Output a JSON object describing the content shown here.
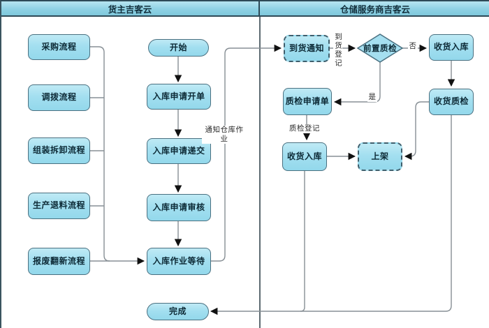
{
  "lanes": [
    {
      "title": "货主吉客云"
    },
    {
      "title": "仓储服务商吉客云"
    }
  ],
  "nodes": {
    "procurement": "采购流程",
    "transfer": "调拨流程",
    "assembly": "组装拆卸流程",
    "production_return": "生产退料流程",
    "scrap_refurbish": "报废翻新流程",
    "start": "开始",
    "inbound_create": "入库申请开单",
    "inbound_submit": "入库申请递交",
    "inbound_review": "入库申请审核",
    "inbound_wait": "入库作业等待",
    "finish": "完成",
    "arrival_notice": "到货通知",
    "pre_qc": "前置质检",
    "receive_inbound_top": "收货入库",
    "receive_qc": "收货质检",
    "qc_request": "质检申请单",
    "receive_inbound_mid": "收货入库",
    "shelving": "上架"
  },
  "edge_labels": {
    "notify_warehouse": "通知仓库作业",
    "arrival_register": "到货登记",
    "no": "否",
    "yes": "是",
    "qc_register": "质检登记"
  },
  "colors": {
    "node_fill": "#a3dff0",
    "node_border": "#4a7080",
    "header_fill": "#8fd2e4",
    "frame_border": "#2e4a57",
    "connector": "#878f95",
    "arrowhead": "#111111",
    "text": "#0d2a36"
  }
}
